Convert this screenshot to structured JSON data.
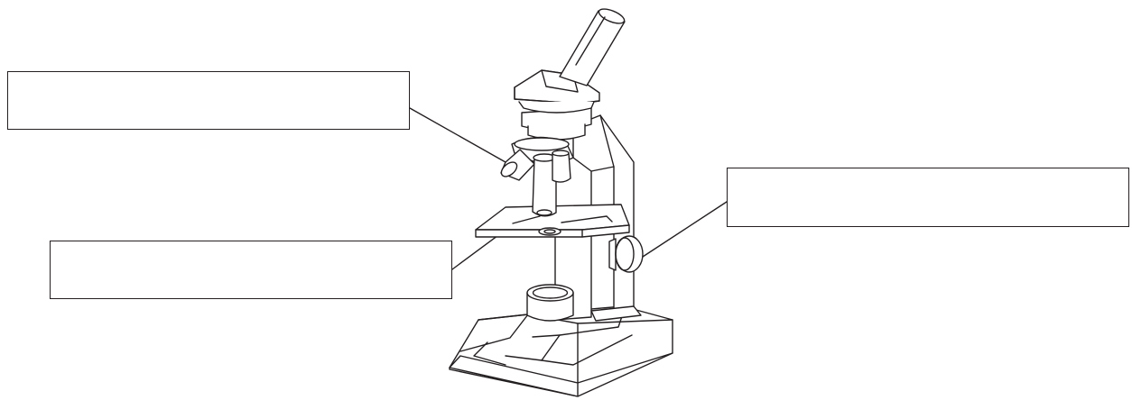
{
  "diagram": {
    "subject": "microscope",
    "line_color": "#231f20",
    "background": "#ffffff",
    "labels": [
      {
        "id": "objective-lens-label",
        "text": ""
      },
      {
        "id": "stage-label",
        "text": ""
      },
      {
        "id": "focus-knob-label",
        "text": ""
      }
    ]
  }
}
